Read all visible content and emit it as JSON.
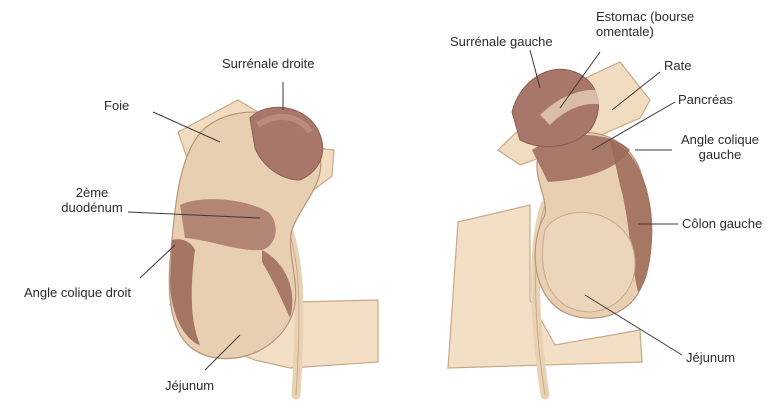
{
  "colors": {
    "kidney": "#e8cfb2",
    "kidney_dark": "#a06f5c",
    "contact_zone": "#b8877a",
    "peritoneum": "#f3dfc5",
    "outline": "#c9a98a",
    "leader": "#3a3a3a"
  },
  "right_kidney": {
    "labels": {
      "surrenale": "Surrénale droite",
      "foie": "Foie",
      "duodenum_line1": "2ème",
      "duodenum_line2": "duodénum",
      "angle_colique": "Angle colique droit",
      "jejunum": "Jéjunum"
    }
  },
  "left_kidney": {
    "labels": {
      "surrenale": "Surrénale gauche",
      "estomac_line1": "Estomac (bourse",
      "estomac_line2": "omentale)",
      "rate": "Rate",
      "pancreas": "Pancréas",
      "angle_line1": "Angle colique",
      "angle_line2": "gauche",
      "colon": "Côlon gauche",
      "jejunum": "Jéjunum"
    }
  }
}
